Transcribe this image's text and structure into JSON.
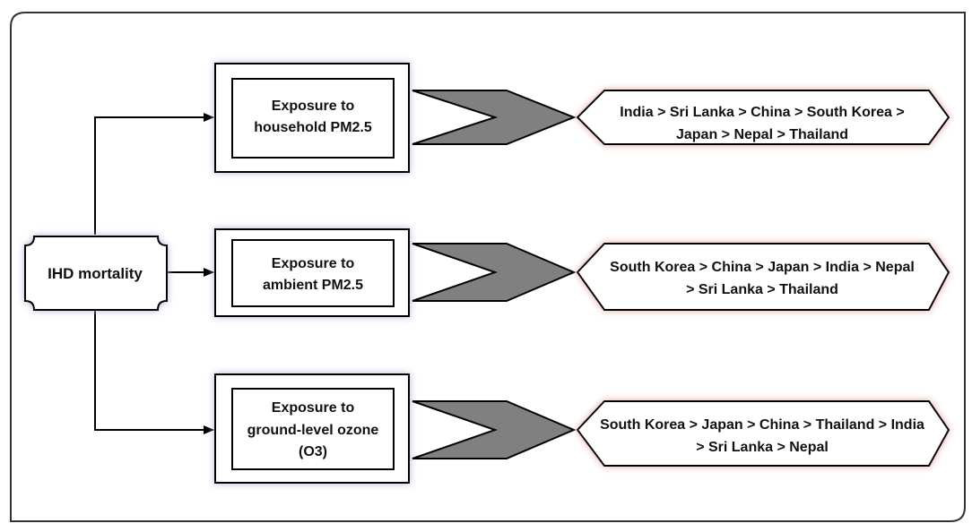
{
  "source": {
    "label": "IHD mortality"
  },
  "exposures": [
    {
      "lines": [
        "Exposure to",
        "household PM2.5"
      ],
      "ranking_lines": [
        "India > Sri Lanka > China > South Korea >",
        "Japan > Nepal > Thailand"
      ]
    },
    {
      "lines": [
        "Exposure to",
        "ambient PM2.5"
      ],
      "ranking_lines": [
        "South Korea > China > Japan > India > Nepal",
        "> Sri Lanka > Thailand"
      ]
    },
    {
      "lines": [
        "Exposure to",
        "ground-level ozone",
        "(O3)"
      ],
      "ranking_lines": [
        "South Korea > Japan > China > Thailand > India",
        "> Sri Lanka > Nepal"
      ]
    }
  ],
  "colors": {
    "line": "#000000",
    "arrow_fill": "#808080",
    "box_glow": "#b9b3d9",
    "ranking_glow": "#e8a8a4"
  }
}
